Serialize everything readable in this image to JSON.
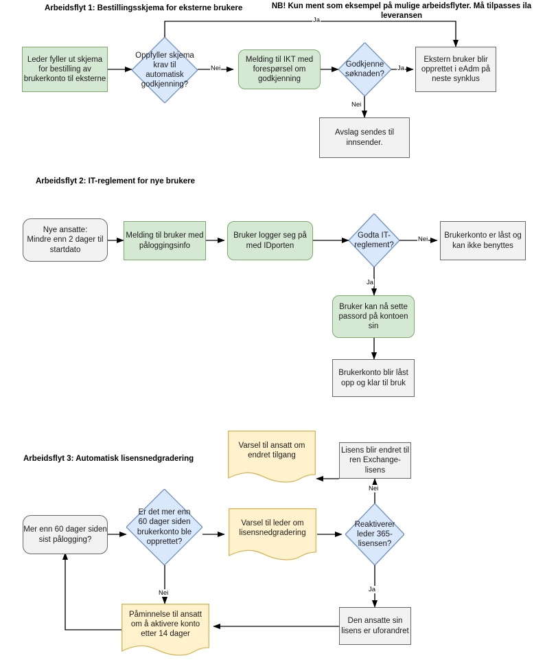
{
  "document": {
    "title_note": "NB! Kun ment som eksempel på mulige arbeidsflyter. Må tilpasses ila leveransen"
  },
  "colors": {
    "green_fill": "#d5e8d4",
    "green_stroke": "#7aa968",
    "blue_fill": "#dae8fc",
    "blue_stroke": "#6c8ebf",
    "yellow_fill": "#fff2cc",
    "yellow_stroke": "#d6b656",
    "gray_fill": "#f2f2f2",
    "gray_stroke": "#666666",
    "line": "#000000"
  },
  "workflows": [
    {
      "id": "arbeidsflyt-1",
      "title": "Arbeidsflyt 1: Bestillingsskjema for eksterne brukere",
      "nodes": [
        {
          "id": "n1-1",
          "label": "Leder fyller ut skjema for bestilling av brukerkonto til eksterne",
          "shape": "process",
          "style": "green"
        },
        {
          "id": "n1-2",
          "label": "Oppfyller skjema krav til automatisk godkjenning?",
          "shape": "decision",
          "style": "blue"
        },
        {
          "id": "n1-3",
          "label": "Melding til IKT med forespørsel om godkjenning",
          "shape": "process-rounded",
          "style": "green"
        },
        {
          "id": "n1-4",
          "label": "Godkjenne søknaden?",
          "shape": "decision",
          "style": "blue"
        },
        {
          "id": "n1-5",
          "label": "Ekstern bruker blir opprettet i eAdm på neste synklus",
          "shape": "process",
          "style": "gray"
        },
        {
          "id": "n1-6",
          "label": "Avslag sendes til innsender.",
          "shape": "process",
          "style": "gray"
        }
      ],
      "edges": [
        {
          "from": "n1-1",
          "to": "n1-2",
          "label": ""
        },
        {
          "from": "n1-2",
          "to": "n1-3",
          "label": "Nei"
        },
        {
          "from": "n1-2",
          "to": "n1-5",
          "label": "Ja"
        },
        {
          "from": "n1-3",
          "to": "n1-4",
          "label": ""
        },
        {
          "from": "n1-4",
          "to": "n1-5",
          "label": "Ja"
        },
        {
          "from": "n1-4",
          "to": "n1-6",
          "label": "Nei"
        }
      ]
    },
    {
      "id": "arbeidsflyt-2",
      "title": "Arbeidsflyt 2: IT-reglement for nye brukere",
      "nodes": [
        {
          "id": "n2-1",
          "label": "Nye ansatte:\nMindre enn 2 dager til startdato",
          "shape": "terminal",
          "style": "gray"
        },
        {
          "id": "n2-2",
          "label": "Melding til bruker med påloggingsinfo",
          "shape": "process",
          "style": "green"
        },
        {
          "id": "n2-3",
          "label": "Bruker logger seg på med IDporten",
          "shape": "process-rounded",
          "style": "green"
        },
        {
          "id": "n2-4",
          "label": "Godta IT-reglement?",
          "shape": "decision",
          "style": "blue"
        },
        {
          "id": "n2-5",
          "label": "Brukerkonto er låst og kan ikke benyttes",
          "shape": "process",
          "style": "gray"
        },
        {
          "id": "n2-6",
          "label": "Bruker kan nå sette passord på kontoen sin",
          "shape": "process-rounded",
          "style": "green"
        },
        {
          "id": "n2-7",
          "label": "Brukerkonto blir låst opp og klar til bruk",
          "shape": "process",
          "style": "gray"
        }
      ],
      "edges": [
        {
          "from": "n2-1",
          "to": "n2-2",
          "label": ""
        },
        {
          "from": "n2-2",
          "to": "n2-3",
          "label": ""
        },
        {
          "from": "n2-3",
          "to": "n2-4",
          "label": ""
        },
        {
          "from": "n2-4",
          "to": "n2-5",
          "label": "Nei"
        },
        {
          "from": "n2-4",
          "to": "n2-6",
          "label": "Ja"
        },
        {
          "from": "n2-6",
          "to": "n2-7",
          "label": ""
        }
      ]
    },
    {
      "id": "arbeidsflyt-3",
      "title": "Arbeidsflyt 3: Automatisk lisensnedgradering",
      "nodes": [
        {
          "id": "n3-1",
          "label": "Mer enn 60 dager siden sist pålogging?",
          "shape": "terminal",
          "style": "gray"
        },
        {
          "id": "n3-2",
          "label": "Er det mer enn 60 dager siden brukerkonto ble opprettet?",
          "shape": "decision",
          "style": "blue"
        },
        {
          "id": "n3-3",
          "label": "Varsel til leder om lisensnedgradering",
          "shape": "document",
          "style": "yellow"
        },
        {
          "id": "n3-4",
          "label": "Reaktiverer leder 365-lisensen?",
          "shape": "decision",
          "style": "blue"
        },
        {
          "id": "n3-5",
          "label": "Lisens blir endret til ren Exchange-lisens",
          "shape": "process",
          "style": "gray"
        },
        {
          "id": "n3-6",
          "label": "Varsel til ansatt om endret tilgang",
          "shape": "document",
          "style": "yellow"
        },
        {
          "id": "n3-7",
          "label": "Den ansatte sin lisens er uforandret",
          "shape": "process",
          "style": "gray"
        },
        {
          "id": "n3-8",
          "label": "Påminnelse til ansatt om å aktivere konto etter 14 dager",
          "shape": "document",
          "style": "yellow"
        }
      ],
      "edges": [
        {
          "from": "n3-1",
          "to": "n3-2",
          "label": ""
        },
        {
          "from": "n3-2",
          "to": "n3-3",
          "label": ""
        },
        {
          "from": "n3-2",
          "to": "n3-8",
          "label": "Nei"
        },
        {
          "from": "n3-3",
          "to": "n3-4",
          "label": ""
        },
        {
          "from": "n3-4",
          "to": "n3-5",
          "label": "Nei"
        },
        {
          "from": "n3-4",
          "to": "n3-7",
          "label": "Ja"
        },
        {
          "from": "n3-5",
          "to": "n3-6",
          "label": ""
        },
        {
          "from": "n3-7",
          "to": "n3-8",
          "label": ""
        },
        {
          "from": "n3-8",
          "to": "n3-1",
          "label": ""
        }
      ]
    }
  ],
  "edge_labels": {
    "w1_ja_top": "Ja",
    "w1_nei_1": "Nei",
    "w1_ja_2": "Ja",
    "w1_nei_2": "Nei",
    "w2_nei": "Nei",
    "w2_ja": "Ja",
    "w3_nei_left": "Nei",
    "w3_nei_right": "Nei",
    "w3_ja": "Ja"
  }
}
